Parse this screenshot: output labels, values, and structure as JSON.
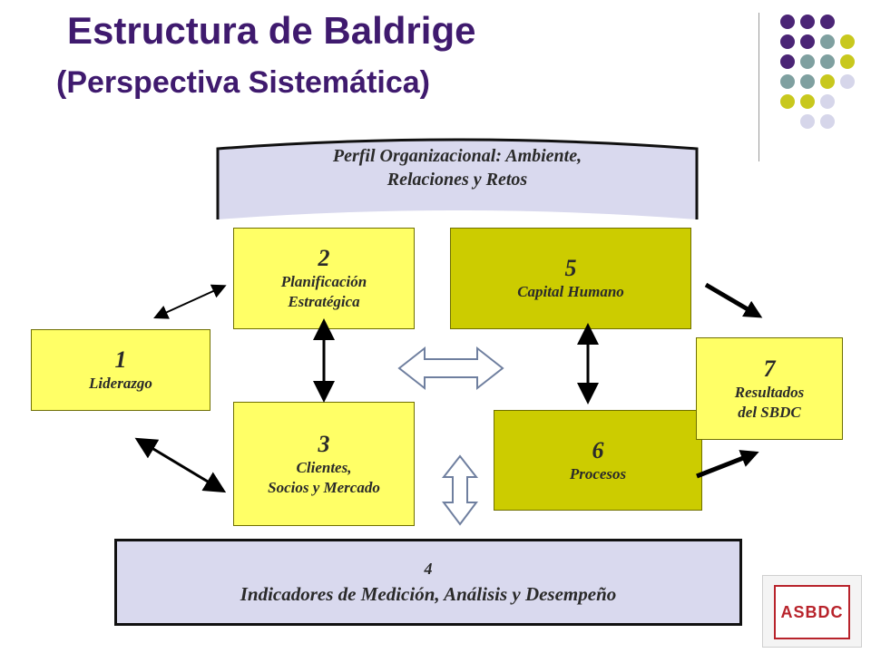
{
  "title": "Estructura de Baldrige",
  "subtitle": "(Perspectiva Sistemática)",
  "banner": {
    "line1": "Perfil Organizacional: Ambiente,",
    "line2": "Relaciones y Retos"
  },
  "boxes": {
    "b1": {
      "number": "1",
      "line1": "Liderazgo",
      "line2": ""
    },
    "b2": {
      "number": "2",
      "line1": "Planificación",
      "line2": "Estratégica"
    },
    "b3": {
      "number": "3",
      "line1": "Clientes,",
      "line2": "Socios y Mercado"
    },
    "b5": {
      "number": "5",
      "line1": "Capital Humano",
      "line2": ""
    },
    "b6": {
      "number": "6",
      "line1": "Procesos",
      "line2": ""
    },
    "b7": {
      "number": "7",
      "line1": "Resultados",
      "line2": "del SBDC"
    }
  },
  "bottom": {
    "number": "4",
    "label": "Indicadores de Medición, Análisis y Desempeño"
  },
  "logo": {
    "text": "ASBDC"
  },
  "colors": {
    "title": "#3f1a6e",
    "box_light": "#ffff66",
    "box_dark": "#cccc00",
    "banner": "#d9d9ee",
    "dot_purple": "#4b2576",
    "dot_teal": "#7fa0a0",
    "dot_olive": "#c8c81e",
    "dot_lavender": "#d6d6ea"
  }
}
